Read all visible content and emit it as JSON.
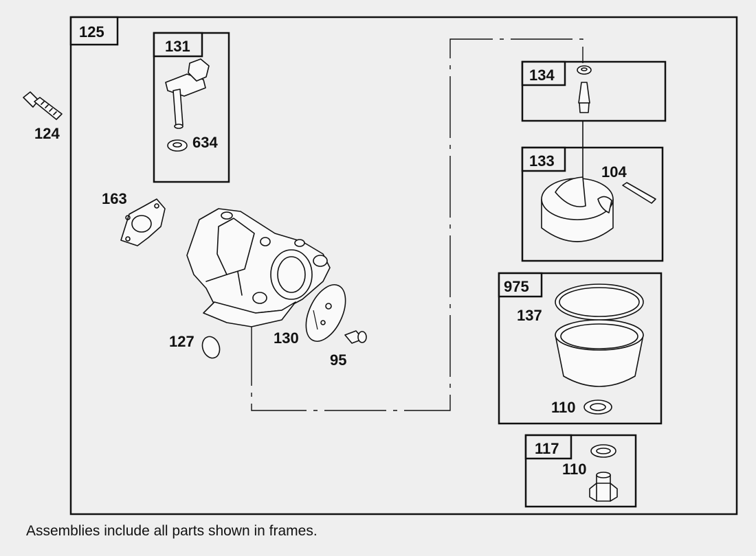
{
  "assembly_tags": {
    "main": "125",
    "choke_shaft": "131",
    "needle_valve": "134",
    "float": "133",
    "float_bowl": "975",
    "bowl_screw": "117"
  },
  "part_numbers": {
    "screw": "124",
    "seal_634": "634",
    "gasket": "163",
    "welch_plug": "127",
    "choke_plate": "130",
    "choke_screw": "95",
    "float_pin": "104",
    "bowl_gasket": "137",
    "bowl_washer": "110",
    "screw_washer": "110"
  },
  "footnote": "Assemblies include all parts shown in frames."
}
